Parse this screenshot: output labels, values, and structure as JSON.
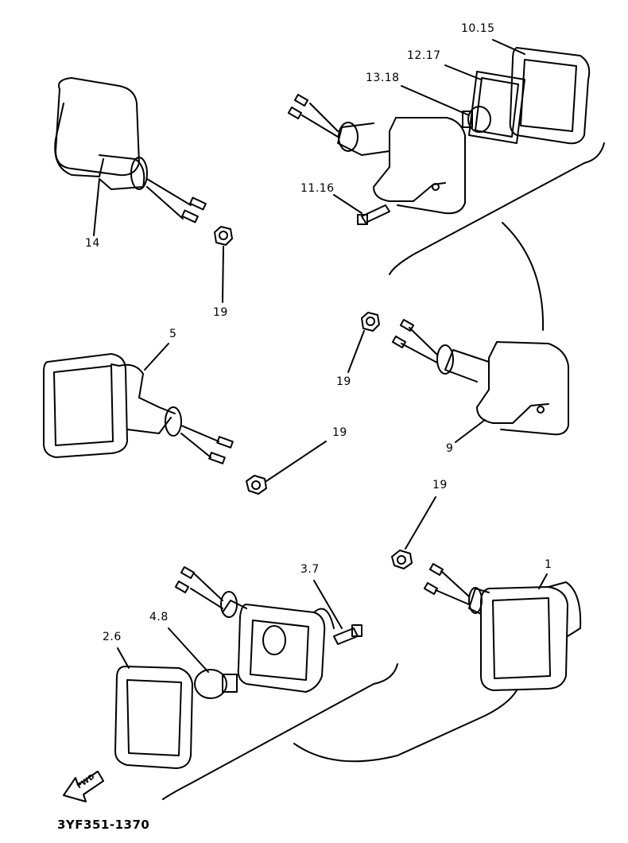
{
  "diagram": {
    "callouts": {
      "lens_gasket_rear": "10.15",
      "gasket_rear": "12.17",
      "bulb_rear": "13.18",
      "screw_rear": "11.16",
      "flasher_14": "14",
      "nut_a": "19",
      "flasher_5": "5",
      "nut_b": "19",
      "nut_c": "19",
      "flasher_9": "9",
      "nut_d": "19",
      "flasher_1": "1",
      "screw_front": "3.7",
      "bulb_front": "4.8",
      "lens_front": "2.6"
    },
    "fwd_arrow_text": "FWD",
    "drawing_code": "3YF351-1370",
    "line_color": "#000000",
    "background": "#ffffff"
  }
}
